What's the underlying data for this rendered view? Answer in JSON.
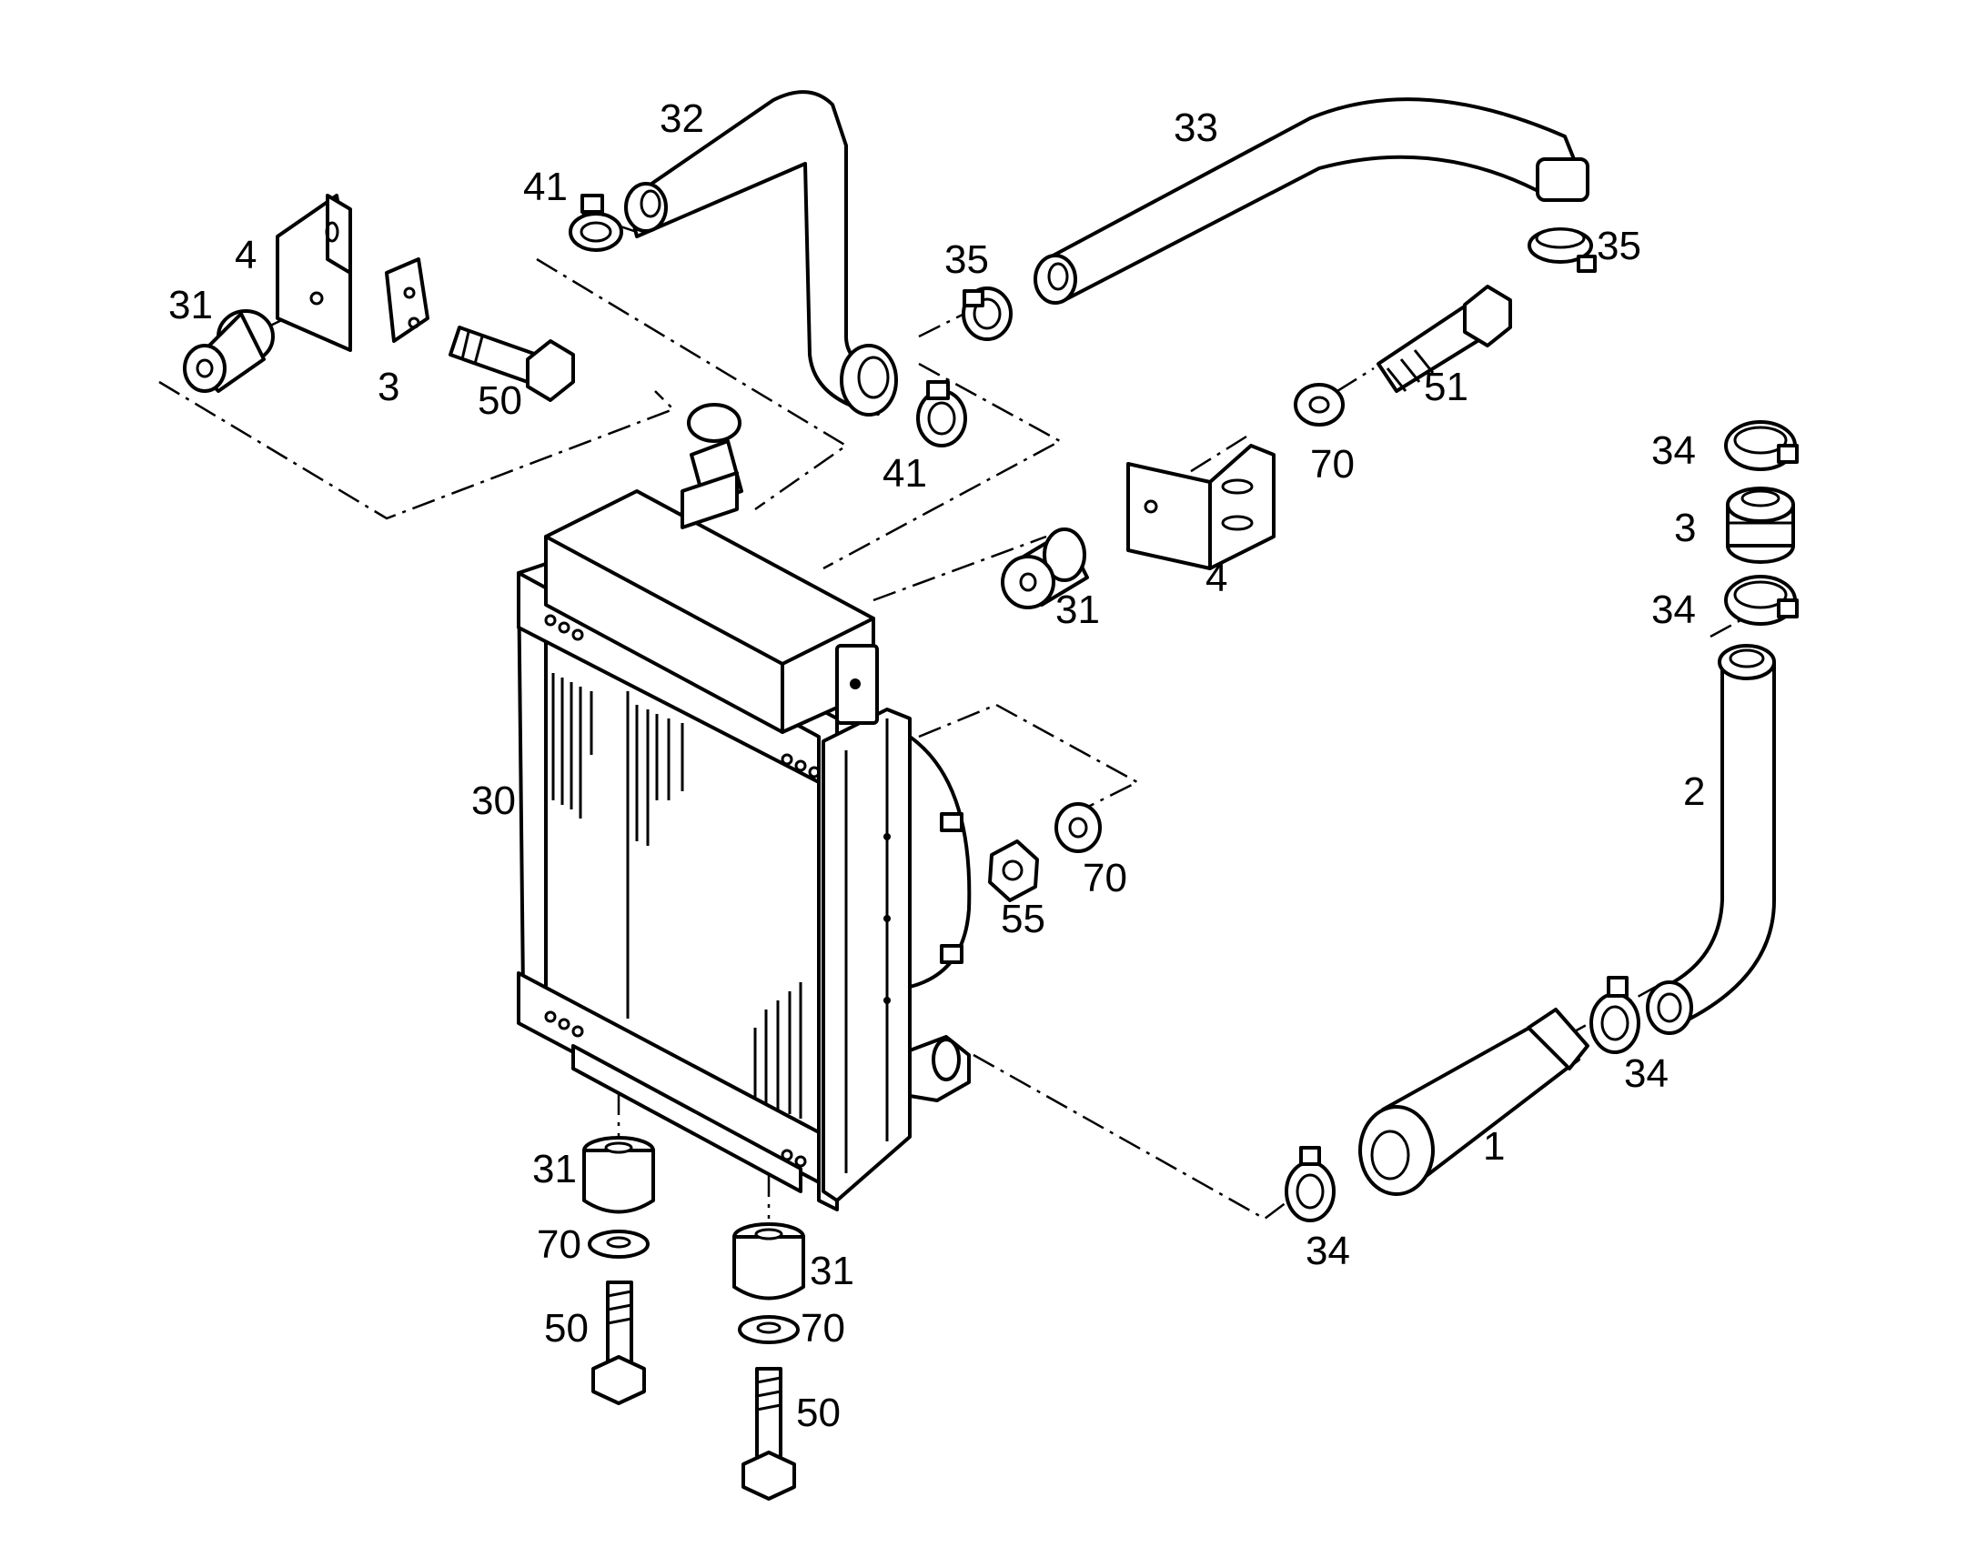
{
  "diagram": {
    "type": "exploded-parts-view",
    "callouts": {
      "c_32": "32",
      "c_33": "33",
      "c_41a": "41",
      "c_41b": "41",
      "c_35a": "35",
      "c_35b": "35",
      "c_4a": "4",
      "c_4b": "4",
      "c_31a": "31",
      "c_31b": "31",
      "c_31c": "31",
      "c_31d": "31",
      "c_3a": "3",
      "c_3b": "3",
      "c_50a": "50",
      "c_50b": "50",
      "c_50c": "50",
      "c_51": "51",
      "c_70a": "70",
      "c_70b": "70",
      "c_70c": "70",
      "c_70d": "70",
      "c_34a": "34",
      "c_34b": "34",
      "c_34c": "34",
      "c_34d": "34",
      "c_2": "2",
      "c_1": "1",
      "c_30": "30",
      "c_55": "55"
    }
  }
}
